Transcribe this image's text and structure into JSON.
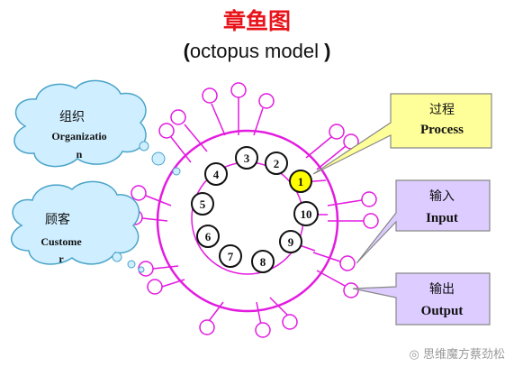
{
  "title": "章鱼图",
  "subtitle_pre": "(",
  "subtitle_main": "octopus model",
  "subtitle_post": " )",
  "nodes": [
    "1",
    "2",
    "3",
    "4",
    "5",
    "6",
    "7",
    "8",
    "9",
    "10"
  ],
  "clouds": {
    "org": {
      "cn": "组织",
      "en1": "Organizatio",
      "en2": "n"
    },
    "cust": {
      "cn": "顾客",
      "en1": "Custome",
      "en2": "r"
    }
  },
  "callouts": {
    "process": {
      "cn": "过程",
      "en": "Process",
      "fill": "#ffff99"
    },
    "input": {
      "cn": "输入",
      "en": "Input",
      "fill": "#ddccff"
    },
    "output": {
      "cn": "输出",
      "en": "Output",
      "fill": "#ddccff"
    }
  },
  "watermark": "思维魔方蔡劲松",
  "colors": {
    "tentacle": "#e31be0",
    "highlight": "#ffff00"
  }
}
